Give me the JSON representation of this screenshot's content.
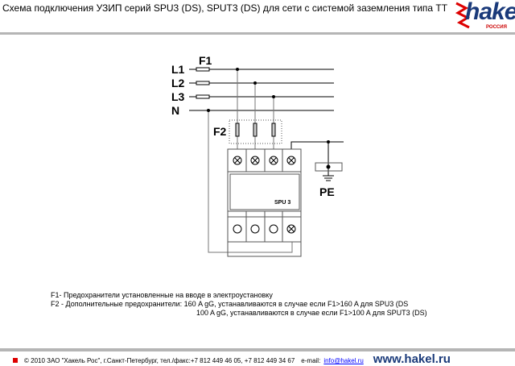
{
  "header": {
    "title": "Схема подключения  УЗИП серий SPU3 (DS), SPUT3 (DS) для сети с системой заземления типа ТТ"
  },
  "logo": {
    "text": "hakel",
    "sub": "РОССИЯ"
  },
  "diagram": {
    "lines": [
      "L1",
      "L2",
      "L3",
      "N"
    ],
    "f1": "F1",
    "f2": "F2",
    "device": "SPU 3",
    "pe": "PE"
  },
  "notes": {
    "f1": "F1- Предохранители установленные на вводе в электроустановку",
    "f2": "F2 - Дополнительные предохранители: 160 A gG, устанавливаются в случае если F1>160 A для SPU3 (DS",
    "f2b": "100 A gG, устанавливаются в случае если F1>100 A для SPUT3 (DS)"
  },
  "footer": {
    "copyright": "© 2010 ЗАО \"Хакель Рос\", г.Санкт-Петербург, тел./факс:+7 812 449 46 05, +7 812 449 34 67",
    "email_label": "e-mail:",
    "email": "info@hakel.ru",
    "www": "www.hakel.ru"
  }
}
